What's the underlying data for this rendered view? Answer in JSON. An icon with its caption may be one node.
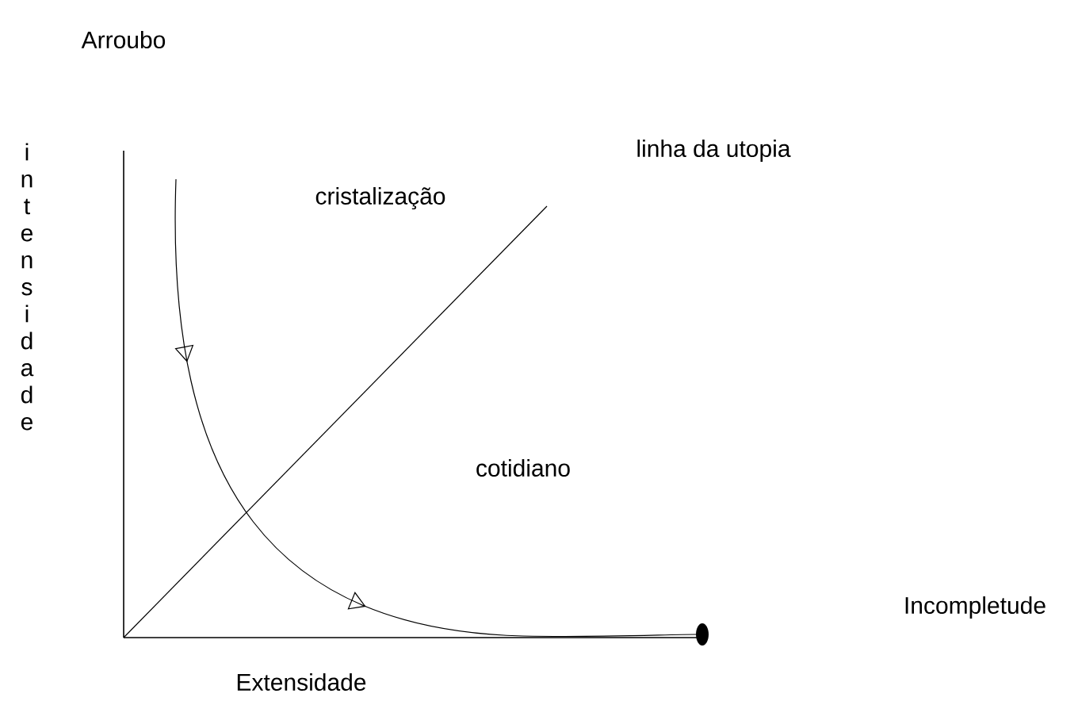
{
  "diagram": {
    "labels": [
      "Arroubo",
      "intensidade",
      "linha da utopia",
      "cristalização",
      "cotidiano",
      "Incompletude",
      "Extensidade"
    ]
  }
}
